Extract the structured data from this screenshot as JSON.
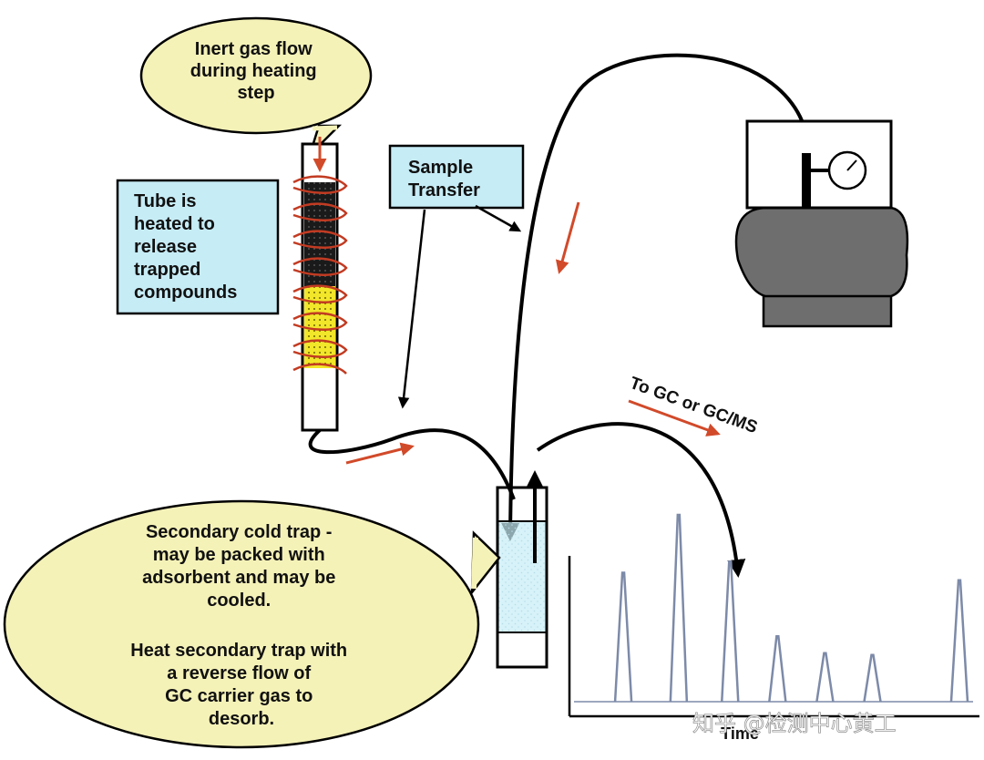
{
  "bubbles": {
    "inert_gas": [
      "Inert gas flow",
      "during heating",
      "step"
    ],
    "cold_trap": [
      "Secondary cold trap -",
      "may be packed with",
      "adsorbent and may be",
      "cooled.",
      "",
      "Heat secondary trap with",
      "a reverse flow of",
      "GC carrier gas to",
      "desorb."
    ]
  },
  "boxes": {
    "tube_heated": [
      "Tube is",
      "heated to",
      "release",
      "trapped",
      "compounds"
    ],
    "sample_transfer": [
      "Sample",
      "Transfer"
    ]
  },
  "labels": {
    "to_gc": "To GC or GC/MS",
    "time_axis": "Time"
  },
  "watermark": "知乎 @检测中心黄工",
  "colors": {
    "bubble_fill": "#f5f2b8",
    "box_fill": "#c6ecf6",
    "flow_arrow": "#d14a2a",
    "sorbent_black": "#1a1a1a",
    "sorbent_yellow": "#f2e62a",
    "cylinder_gray": "#6e6e6e",
    "trap_liquid": "#c6ecf6",
    "chromatogram_line": "#7d8aa8"
  },
  "chart_data": {
    "type": "line",
    "xlabel": "Time",
    "peaks": [
      {
        "rel_time": 0.12,
        "rel_height": 0.69
      },
      {
        "rel_time": 0.26,
        "rel_height": 1.0
      },
      {
        "rel_time": 0.39,
        "rel_height": 0.75
      },
      {
        "rel_time": 0.51,
        "rel_height": 0.35
      },
      {
        "rel_time": 0.63,
        "rel_height": 0.26
      },
      {
        "rel_time": 0.75,
        "rel_height": 0.25
      },
      {
        "rel_time": 0.97,
        "rel_height": 0.65
      }
    ]
  }
}
